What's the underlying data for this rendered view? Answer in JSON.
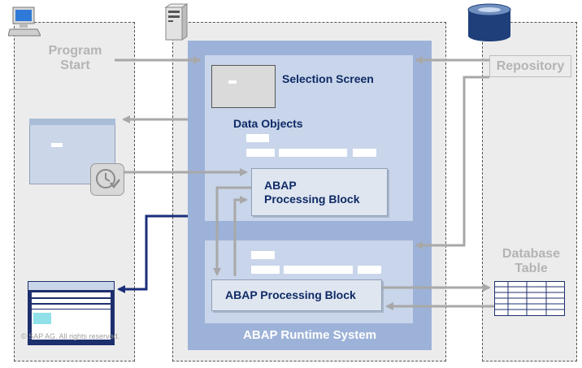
{
  "labels": {
    "program_start_line1": "Program",
    "program_start_line2": "Start",
    "repository": "Repository",
    "database_line1": "Database",
    "database_line2": "Table",
    "selection_screen": "Selection Screen",
    "data_objects": "Data Objects",
    "processing_block_upper_line1": "ABAP",
    "processing_block_upper_line2": "Processing Block",
    "processing_block_lower": "ABAP Processing Block",
    "runtime_system": "ABAP Runtime System",
    "copyright": "© SAP AG. All rights reserved."
  },
  "icons": {
    "presentation": "desktop-computer-icon",
    "application": "server-tower-icon",
    "database": "database-cylinder-icon",
    "timer": "clock-check-icon"
  },
  "colors": {
    "runtime_outer": "#9db2d8",
    "runtime_inner": "#c8d5ea",
    "flow_gray": "#a8a8a8",
    "flow_dark": "#1a2e7a",
    "text_dark": "#0f2a66"
  }
}
